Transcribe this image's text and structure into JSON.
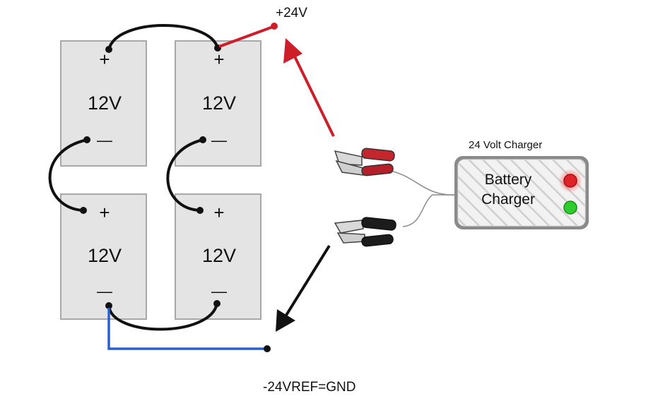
{
  "labels": {
    "top_voltage": "+24V",
    "bottom_ref": "-24VREF=GND",
    "charger_title": "24 Volt Charger",
    "charger_line1": "Battery",
    "charger_line2": "Charger"
  },
  "batteries": [
    {
      "voltage": "12V",
      "plus": "+",
      "minus": "—"
    },
    {
      "voltage": "12V",
      "plus": "+",
      "minus": "—"
    },
    {
      "voltage": "12V",
      "plus": "+",
      "minus": "—"
    },
    {
      "voltage": "12V",
      "plus": "+",
      "minus": "—"
    }
  ],
  "colors": {
    "positive": "#cc1f2a",
    "negative": "#111111",
    "ground_wire": "#2a5fd0",
    "battery_fill": "#e4e4e4",
    "battery_stroke": "#a8a8a8",
    "led_red": "#e0232b",
    "led_green": "#2ecc2e"
  }
}
